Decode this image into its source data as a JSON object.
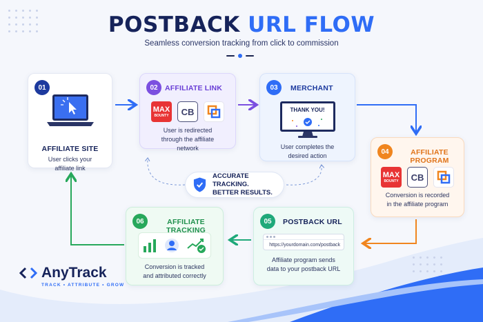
{
  "header": {
    "title_main": "POSTBACK",
    "title_accent": "URL FLOW",
    "subtitle": "Seamless conversion tracking from click to commission"
  },
  "steps": [
    {
      "num": "01",
      "title": "AFFILIATE SITE",
      "desc": "User clicks your affiliate link",
      "color": "#2f6df6"
    },
    {
      "num": "02",
      "title": "AFFILIATE LINK",
      "desc": "User is redirected through the affiliate network",
      "color": "#7b4fe0",
      "logos": [
        "MAX BOUNTY",
        "CB",
        "square-logo"
      ]
    },
    {
      "num": "03",
      "title": "MERCHANT",
      "desc": "User completes the desired action",
      "screen_text": "THANK YOU!",
      "color": "#2f6df6"
    },
    {
      "num": "04",
      "title": "AFFILIATE PROGRAM",
      "desc": "Conversion is recorded in the affiliate program",
      "color": "#f0851e",
      "logos": [
        "MAX BOUNTY",
        "CB",
        "square-logo"
      ]
    },
    {
      "num": "05",
      "title": "POSTBACK URL",
      "desc": "Affiliate program sends data to your postback URL",
      "url": "https://yourdomain.com/postback",
      "color": "#1fa97a"
    },
    {
      "num": "06",
      "title": "AFFILIATE TRACKING",
      "desc": "Conversion is tracked and attributed correctly",
      "color": "#27a85b"
    }
  ],
  "center_badge": {
    "line1": "ACCURATE TRACKING.",
    "line2": "BETTER RESULTS.",
    "icon": "shield-check-icon"
  },
  "logo_text": {
    "max": "MAX",
    "bounty": "BOUNTY",
    "cb": "CB"
  },
  "brand": {
    "name": "AnyTrack",
    "tagline": "TRACK • ATTRIBUTE • GROW",
    "icon": "chevrons-icon"
  },
  "colors": {
    "navy": "#16235a",
    "blue": "#2f6df6",
    "purple": "#7b4fe0",
    "orange": "#f0851e",
    "green": "#27a85b",
    "teal": "#1fa97a"
  }
}
